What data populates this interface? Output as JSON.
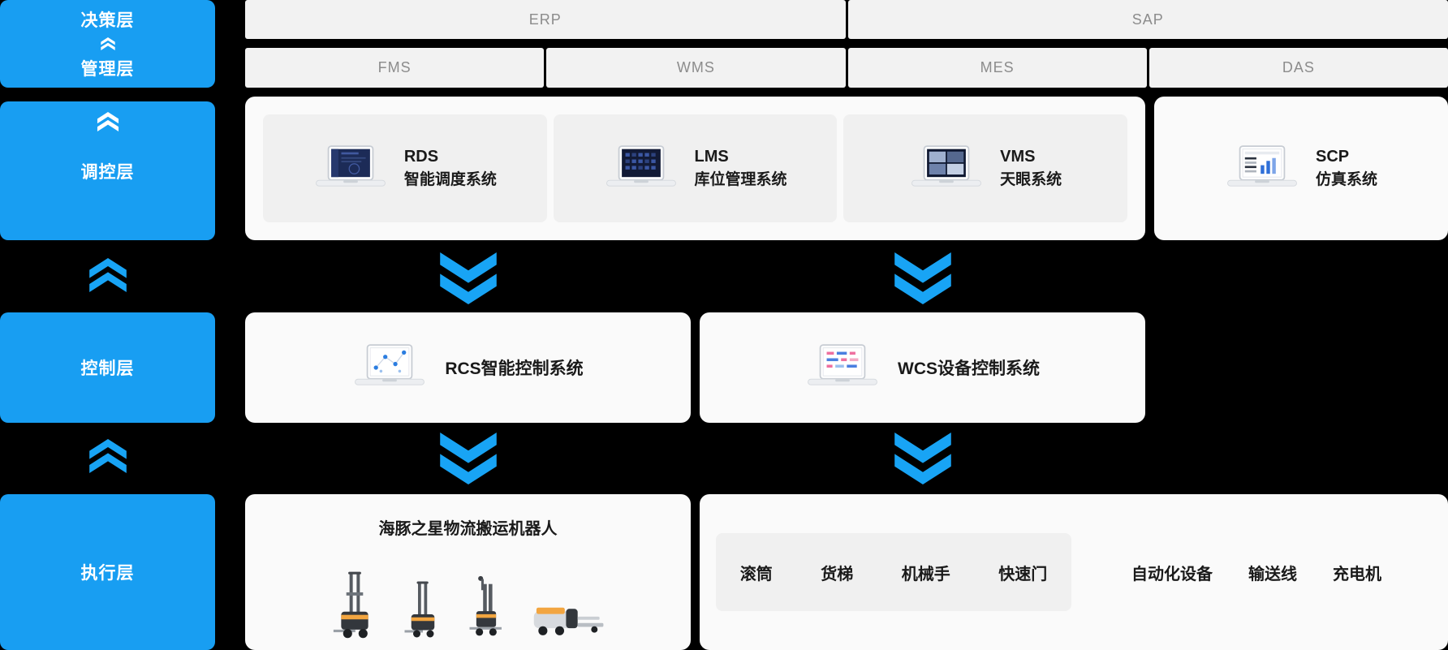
{
  "colors": {
    "background": "#000000",
    "accent_blue": "#189EF2",
    "panel": "#FAFAFA",
    "bar": "#F2F2F2",
    "card": "#F0F0F0",
    "bar_text": "#8C8C8C",
    "text": "#1A1A1A",
    "robot_orange": "#F2A540"
  },
  "left_column": {
    "decision_label": "决策层",
    "management_label": "管理层",
    "regulation_label": "调控层",
    "control_label": "控制层",
    "execution_label": "执行层"
  },
  "top_bars": {
    "row1": [
      {
        "label": "ERP"
      },
      {
        "label": "SAP"
      }
    ],
    "row2": [
      {
        "label": "FMS"
      },
      {
        "label": "WMS"
      },
      {
        "label": "MES"
      },
      {
        "label": "DAS"
      }
    ]
  },
  "regulation_row": {
    "systems": [
      {
        "code": "RDS",
        "name": "智能调度系统",
        "icon": "laptop-icon"
      },
      {
        "code": "LMS",
        "name": "库位管理系统",
        "icon": "laptop-icon"
      },
      {
        "code": "VMS",
        "name": "天眼系统",
        "icon": "laptop-icon"
      }
    ],
    "scp": {
      "code": "SCP",
      "name": "仿真系统",
      "icon": "laptop-icon"
    }
  },
  "control_row": {
    "rcs_label": "RCS智能控制系统",
    "wcs_label": "WCS设备控制系统",
    "icon": "laptop-icon"
  },
  "execution_row": {
    "robots_title": "海豚之星物流搬运机器人",
    "robot_icons": [
      "forklift-agv-icon",
      "forklift-agv-icon",
      "stacker-agv-icon",
      "pallet-truck-agv-icon"
    ],
    "device_group": [
      "滚筒",
      "货梯",
      "机械手",
      "快速门"
    ],
    "device_extra": [
      "自动化设备",
      "输送线",
      "充电机"
    ]
  }
}
